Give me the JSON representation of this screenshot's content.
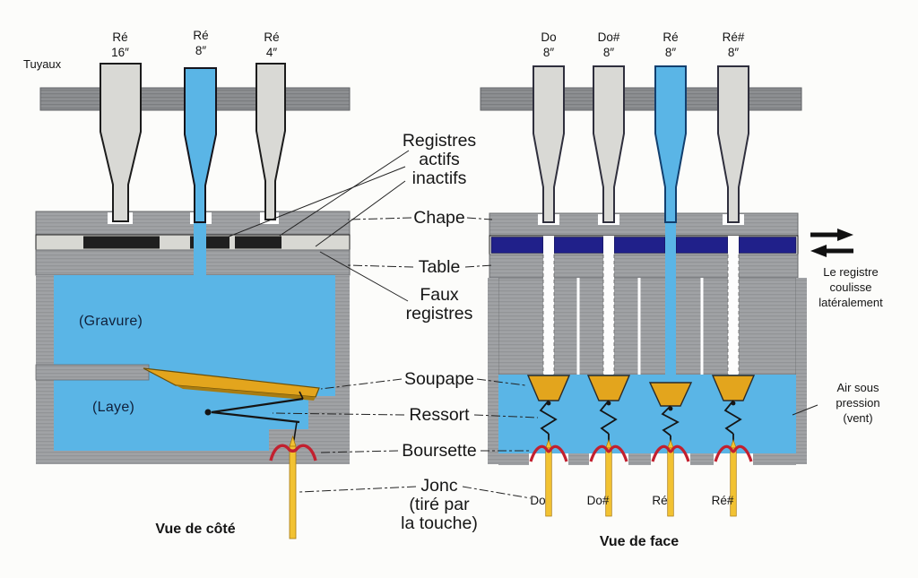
{
  "side_view": {
    "caption": "Vue de côté",
    "tuyaux_label": "Tuyaux",
    "pipes": [
      {
        "note": "Ré",
        "pitch": "16″"
      },
      {
        "note": "Ré",
        "pitch": "8″"
      },
      {
        "note": "Ré",
        "pitch": "4″"
      }
    ],
    "gravure_label": "(Gravure)",
    "laye_label": "(Laye)"
  },
  "front_view": {
    "caption": "Vue de face",
    "pipes": [
      {
        "note": "Do",
        "pitch": "8″"
      },
      {
        "note": "Do#",
        "pitch": "8″"
      },
      {
        "note": "Ré",
        "pitch": "8″"
      },
      {
        "note": "Ré#",
        "pitch": "8″"
      }
    ],
    "jonc_notes": [
      "Do",
      "Do#",
      "Ré",
      "Ré#"
    ],
    "slider_note_lines": [
      "Le registre",
      "coulisse",
      "latéralement"
    ],
    "air_note_lines": [
      "Air sous",
      "pression",
      "(vent)"
    ]
  },
  "labels": {
    "registres_lines": [
      "Registres",
      "actifs",
      "inactifs"
    ],
    "chape": "Chape",
    "table": "Table",
    "faux_registres_lines": [
      "Faux",
      "registres"
    ],
    "soupape": "Soupape",
    "ressort": "Ressort",
    "boursette": "Boursette",
    "jonc_lines": [
      "Jonc",
      "(tiré par",
      "la touche)"
    ]
  },
  "colors": {
    "wind_blue": "#5ab5e6",
    "pipe_gray": "#d9d9d5",
    "block_gray": "#9fa1a4",
    "register_black": "#1f1f1f",
    "register_navy": "#20208a",
    "pallet_orange": "#e3a51d",
    "boursette_red": "#c2202f",
    "jonc_yellow": "#f2c232"
  }
}
